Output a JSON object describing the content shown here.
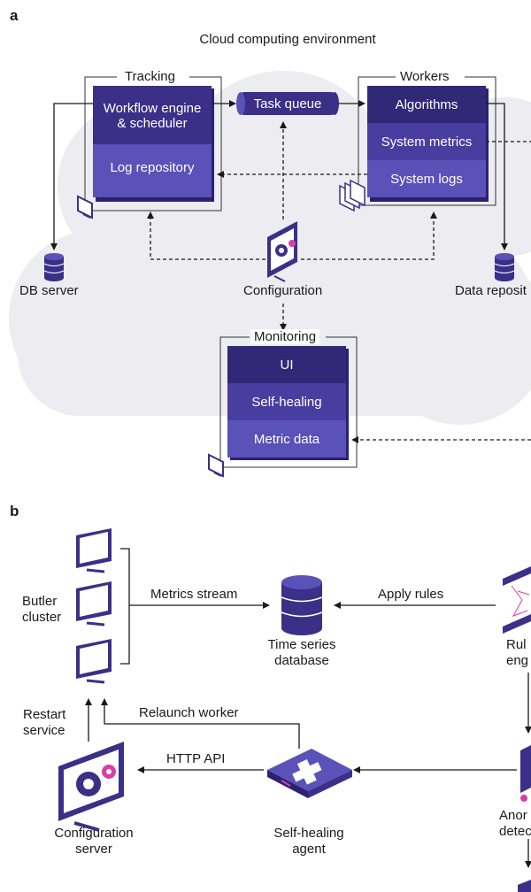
{
  "panel_a": {
    "letter": "a",
    "title": "Cloud computing environment",
    "tracking": {
      "title": "Tracking",
      "workflow": "Workflow engine & scheduler",
      "workflow_line1": "Workflow engine",
      "workflow_line2": "& scheduler",
      "log_repo": "Log repository"
    },
    "task_queue": "Task queue",
    "workers": {
      "title": "Workers",
      "algorithms": "Algorithms",
      "system_metrics": "System metrics",
      "system_logs": "System logs"
    },
    "db_server": "DB server",
    "configuration": "Configuration",
    "data_repository": "Data reposit",
    "monitoring": {
      "title": "Monitoring",
      "ui": "UI",
      "self_healing": "Self-healing",
      "metric_data": "Metric data"
    }
  },
  "panel_b": {
    "letter": "b",
    "butler_cluster_line1": "Butler",
    "butler_cluster_line2": "cluster",
    "metrics_stream": "Metrics stream",
    "apply_rules": "Apply rules",
    "time_series_line1": "Time series",
    "time_series_line2": "database",
    "rule_engine_line1": "Rul",
    "rule_engine_line2": "eng",
    "restart_line1": "Restart",
    "restart_line2": "service",
    "relaunch_worker": "Relaunch worker",
    "http_api": "HTTP API",
    "config_server_line1": "Configuration",
    "config_server_line2": "server",
    "self_healing_line1": "Self-healing",
    "self_healing_line2": "agent",
    "anomaly_line1": "Anor",
    "anomaly_line2": "detec"
  },
  "colors": {
    "dark": "#3b2f87",
    "mid": "#4a3da0",
    "light": "#5a52b8",
    "cloud": "#ececf1",
    "accent": "#d63fa8"
  }
}
